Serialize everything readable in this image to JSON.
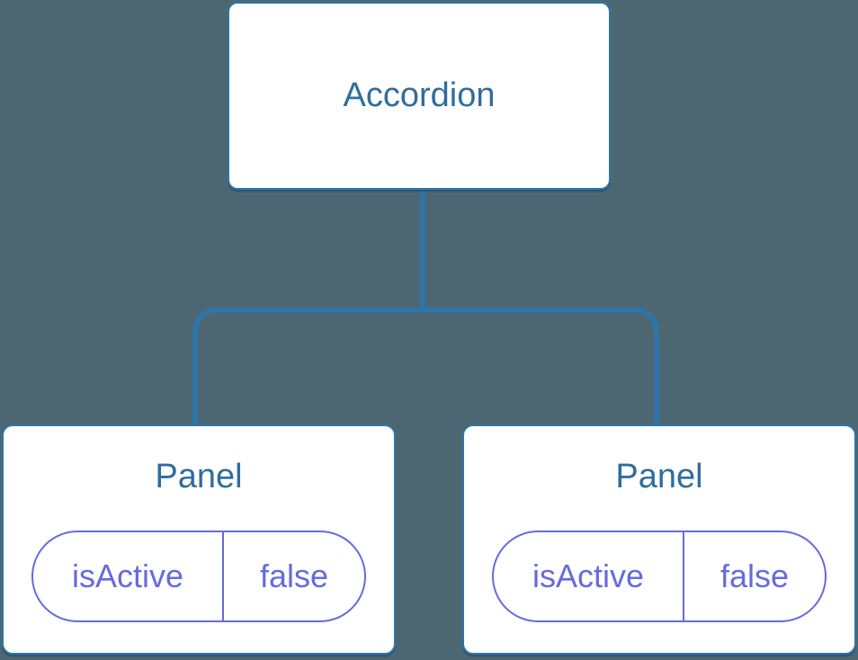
{
  "colors": {
    "background": "#4d6772",
    "line": "#2b76ab",
    "node_border": "#2b76ab",
    "node_bg": "#ffffff",
    "node_label": "#306d9d",
    "state": "#666bdc"
  },
  "diagram": {
    "root": {
      "label": "Accordion"
    },
    "children": [
      {
        "label": "Panel",
        "state": {
          "key": "isActive",
          "value": "false"
        }
      },
      {
        "label": "Panel",
        "state": {
          "key": "isActive",
          "value": "false"
        }
      }
    ]
  }
}
